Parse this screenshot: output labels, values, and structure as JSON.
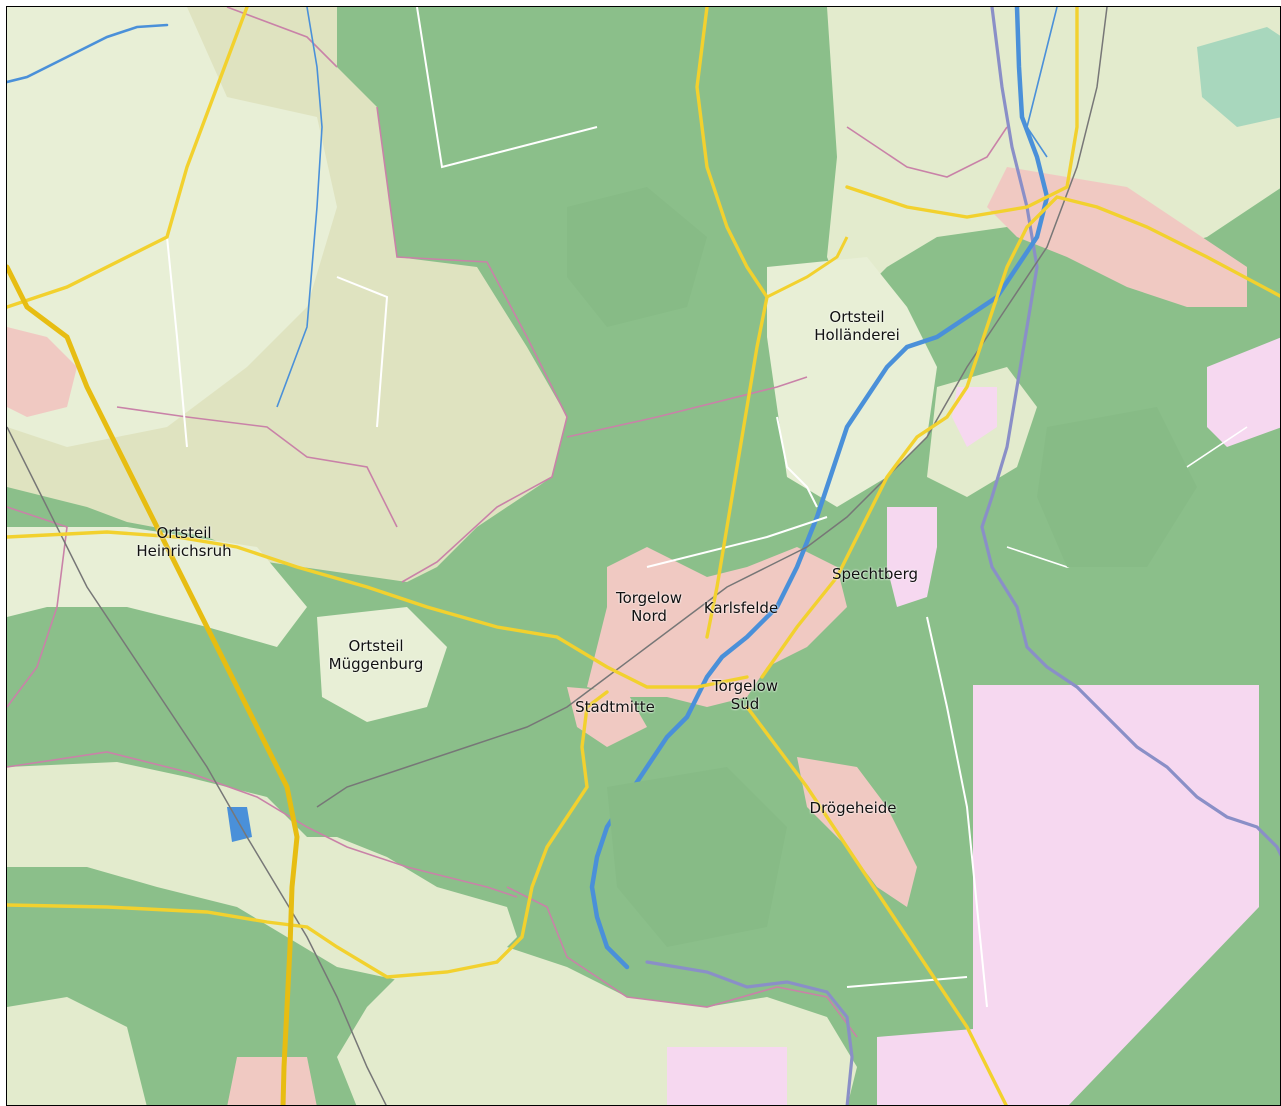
{
  "colors": {
    "forest": "#8bbf8a",
    "open_land": "#e8efd6",
    "farmland": "#d9dcbb",
    "settlement": "#f2c7c2",
    "industrial": "#f6d8f0",
    "water": "#4a90d9",
    "main_road": "#f2d12e",
    "motorway": "#e7bd12",
    "boundary": "#c982a8",
    "border": "#8a8fc7",
    "railway": "#777777",
    "minor_road": "#ffffff"
  },
  "places": [
    {
      "id": "hollaenderei",
      "lines": [
        "Ortsteil",
        "Holländerei"
      ]
    },
    {
      "id": "heinrichsruh",
      "lines": [
        "Ortsteil",
        "Heinrichsruh"
      ]
    },
    {
      "id": "mueggenburg",
      "lines": [
        "Ortsteil",
        "Müggenburg"
      ]
    },
    {
      "id": "torgelow-nord",
      "lines": [
        "Torgelow",
        "Nord"
      ]
    },
    {
      "id": "karlsfelde",
      "lines": [
        "Karlsfelde"
      ]
    },
    {
      "id": "spechtberg",
      "lines": [
        "Spechtberg"
      ]
    },
    {
      "id": "stadtmitte",
      "lines": [
        "Stadtmitte"
      ]
    },
    {
      "id": "torgelow-sued",
      "lines": [
        "Torgelow",
        "Süd"
      ]
    },
    {
      "id": "droegeheide",
      "lines": [
        "Drögeheide"
      ]
    }
  ]
}
